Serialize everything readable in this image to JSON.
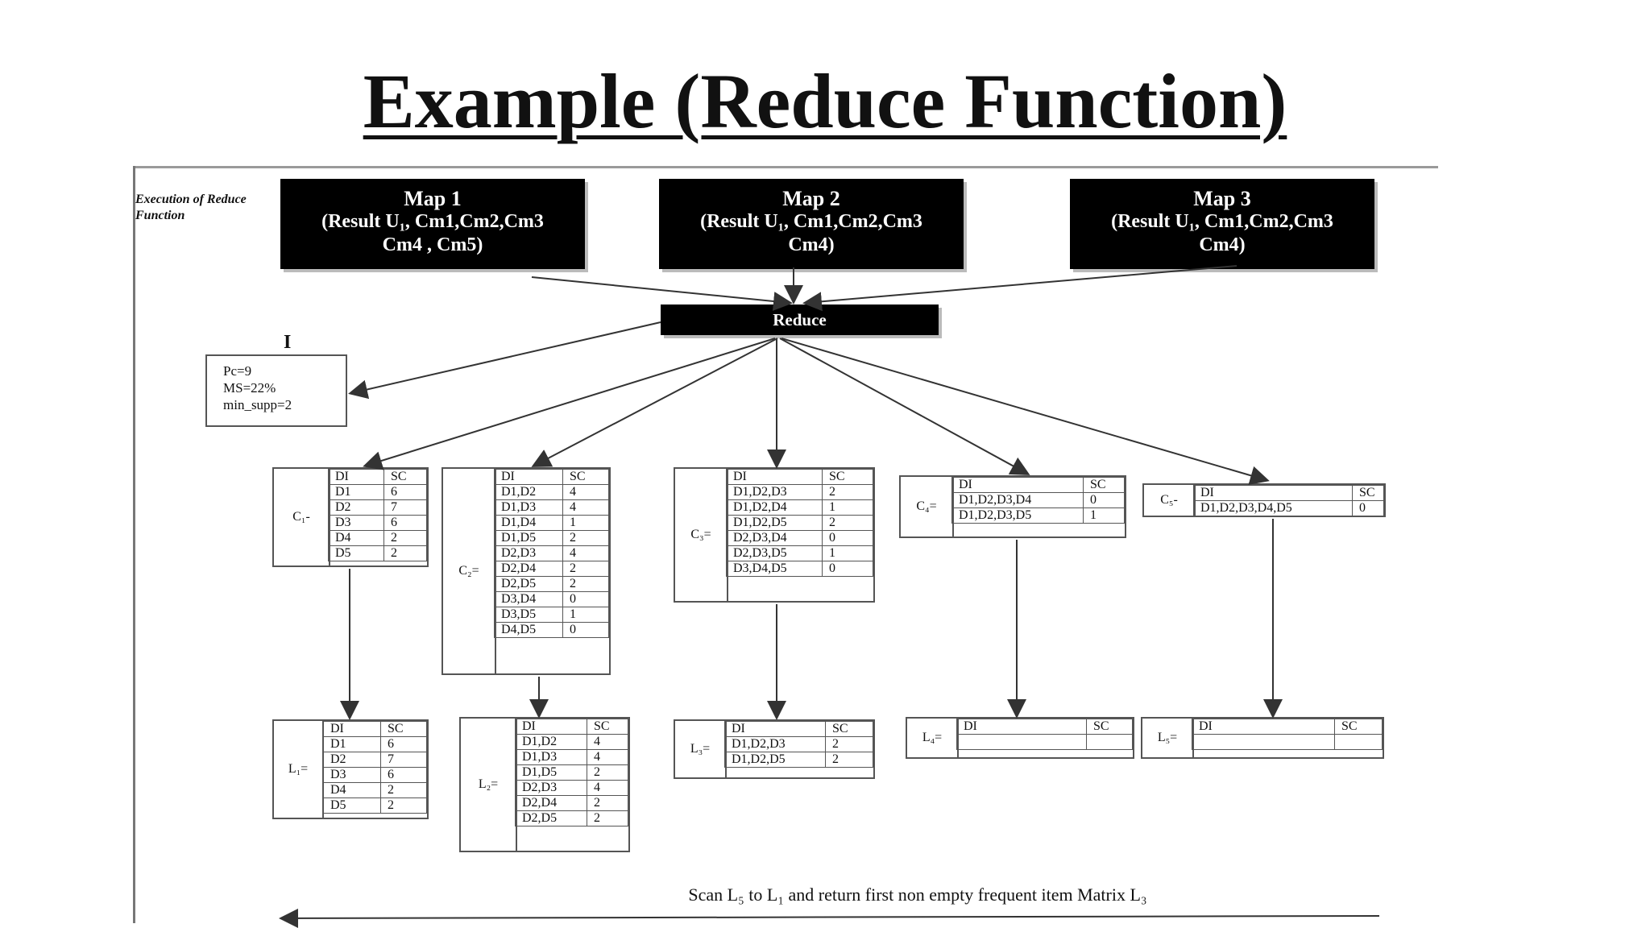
{
  "title": "Example (Reduce Function)",
  "side_label": "Execution of Reduce Function",
  "maps": [
    {
      "name": "Map 1",
      "line2": "(Result U₁, Cm1,Cm2,Cm3",
      "line3": "Cm4 , Cm5)"
    },
    {
      "name": "Map 2",
      "line2": "(Result U₁, Cm1,Cm2,Cm3",
      "line3": "Cm4)"
    },
    {
      "name": "Map 3",
      "line2": "(Result U₁, Cm1,Cm2,Cm3",
      "line3": "Cm4)"
    }
  ],
  "reduce_label": "Reduce",
  "params": {
    "pc": "Pc=9",
    "ms": "MS=22%",
    "min_supp": "min_supp=2"
  },
  "tick": "I",
  "header": {
    "di": "DI",
    "sc": "SC"
  },
  "tables": {
    "c1": {
      "label": "C₁-",
      "rows": [
        [
          "D1",
          "6"
        ],
        [
          "D2",
          "7"
        ],
        [
          "D3",
          "6"
        ],
        [
          "D4",
          "2"
        ],
        [
          "D5",
          "2"
        ]
      ]
    },
    "c2": {
      "label": "C₂=",
      "rows": [
        [
          "D1,D2",
          "4"
        ],
        [
          "D1,D3",
          "4"
        ],
        [
          "D1,D4",
          "1"
        ],
        [
          "D1,D5",
          "2"
        ],
        [
          "D2,D3",
          "4"
        ],
        [
          "D2,D4",
          "2"
        ],
        [
          "D2,D5",
          "2"
        ],
        [
          "D3,D4",
          "0"
        ],
        [
          "D3,D5",
          "1"
        ],
        [
          "D4,D5",
          "0"
        ]
      ]
    },
    "c3": {
      "label": "C₃=",
      "rows": [
        [
          "D1,D2,D3",
          "2"
        ],
        [
          "D1,D2,D4",
          "1"
        ],
        [
          "D1,D2,D5",
          "2"
        ],
        [
          "D2,D3,D4",
          "0"
        ],
        [
          "D2,D3,D5",
          "1"
        ],
        [
          "D3,D4,D5",
          "0"
        ]
      ]
    },
    "c4": {
      "label": "C₄=",
      "rows": [
        [
          "D1,D2,D3,D4",
          "0"
        ],
        [
          "D1,D2,D3,D5",
          "1"
        ]
      ]
    },
    "c5": {
      "label": "C₅-",
      "rows": [
        [
          "D1,D2,D3,D4,D5",
          "0"
        ]
      ]
    },
    "l1": {
      "label": "L₁=",
      "rows": [
        [
          "D1",
          "6"
        ],
        [
          "D2",
          "7"
        ],
        [
          "D3",
          "6"
        ],
        [
          "D4",
          "2"
        ],
        [
          "D5",
          "2"
        ]
      ]
    },
    "l2": {
      "label": "L₂=",
      "rows": [
        [
          "D1,D2",
          "4"
        ],
        [
          "D1,D3",
          "4"
        ],
        [
          "D1,D5",
          "2"
        ],
        [
          "D2,D3",
          "4"
        ],
        [
          "D2,D4",
          "2"
        ],
        [
          "D2,D5",
          "2"
        ]
      ]
    },
    "l3": {
      "label": "L₃=",
      "rows": [
        [
          "D1,D2,D3",
          "2"
        ],
        [
          "D1,D2,D5",
          "2"
        ]
      ]
    },
    "l4": {
      "label": "L₄=",
      "rows": [
        [
          "",
          ""
        ]
      ]
    },
    "l5": {
      "label": "L₅=",
      "rows": [
        [
          "",
          ""
        ]
      ]
    }
  },
  "footer": "Scan L₅ to L₁ and return first non empty frequent item Matrix L₃"
}
